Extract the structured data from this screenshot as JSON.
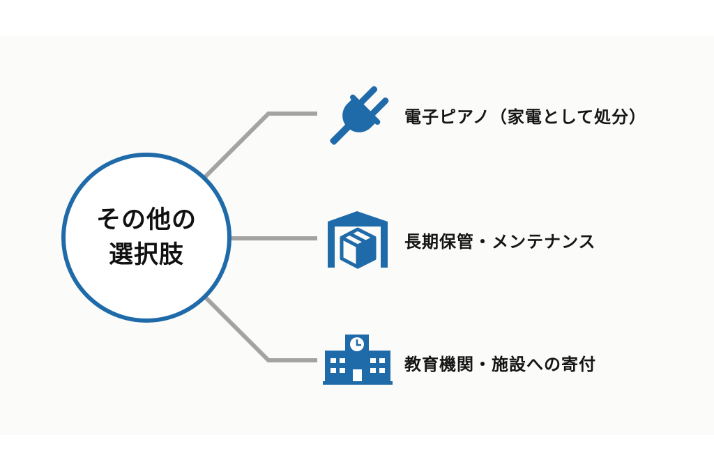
{
  "diagram": {
    "type": "mind-map",
    "center": {
      "line1": "その他の",
      "line2": "選択肢"
    },
    "options": [
      {
        "label": "電子ピアノ（家電として処分）",
        "icon": "plug-icon"
      },
      {
        "label": "長期保管・メンテナンス",
        "icon": "warehouse-box-icon"
      },
      {
        "label": "教育機関・施設への寄付",
        "icon": "school-building-icon"
      }
    ]
  },
  "colors": {
    "accent_blue": "#1f6aa8",
    "connector_gray": "#a3a3a3",
    "text": "#151515",
    "background": "#ffffff"
  }
}
